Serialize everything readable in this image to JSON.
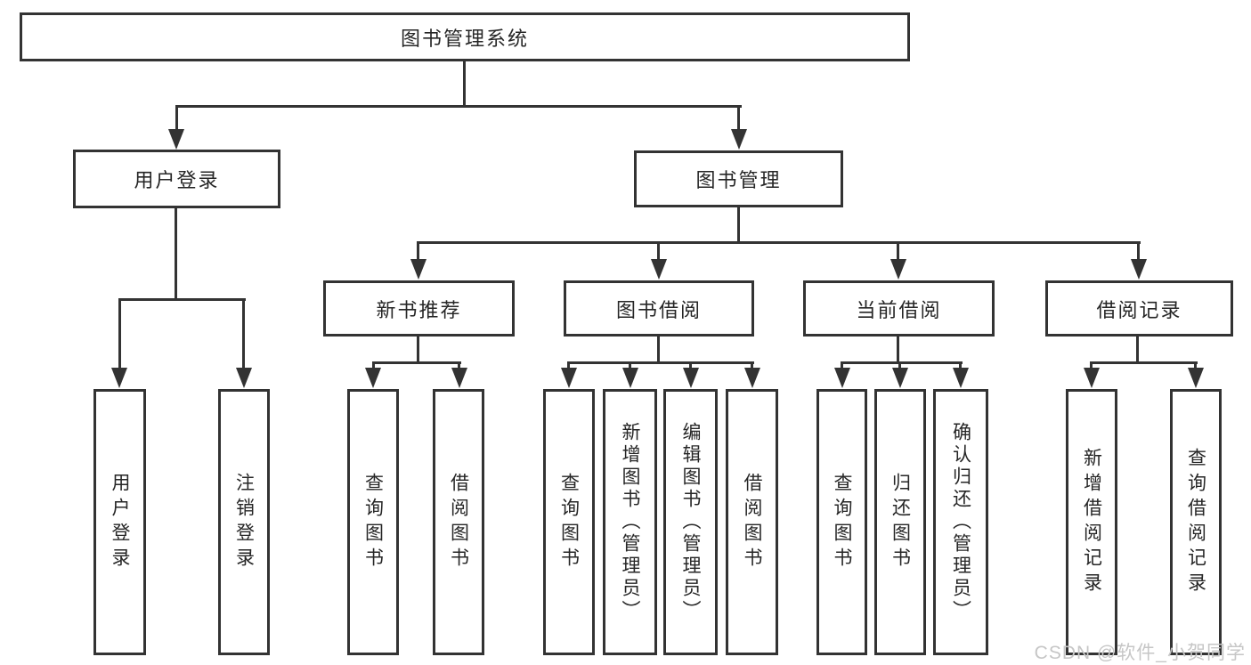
{
  "diagram": {
    "root": {
      "label": "图书管理系统"
    },
    "branches": {
      "user_login": {
        "label": "用户登录",
        "children": [
          "用户登录",
          "注销登录"
        ]
      },
      "book_mgmt": {
        "label": "图书管理",
        "sections": {
          "new_book": {
            "label": "新书推荐",
            "children": [
              "查询图书",
              "借阅图书"
            ]
          },
          "borrow": {
            "label": "图书借阅",
            "children": [
              "查询图书",
              "新增图书（管理员）",
              "编辑图书（管理员）",
              "借阅图书"
            ]
          },
          "current": {
            "label": "当前借阅",
            "children": [
              "查询图书",
              "归还图书",
              "确认归还（管理员）"
            ]
          },
          "records": {
            "label": "借阅记录",
            "children": [
              "新增借阅记录",
              "查询借阅记录"
            ]
          }
        }
      }
    }
  },
  "watermark": {
    "text": "CSDN @软件_小贺同学"
  },
  "colors": {
    "line": "#333333",
    "text": "#262626",
    "watermark": "#c6c6c6",
    "background": "#ffffff"
  }
}
